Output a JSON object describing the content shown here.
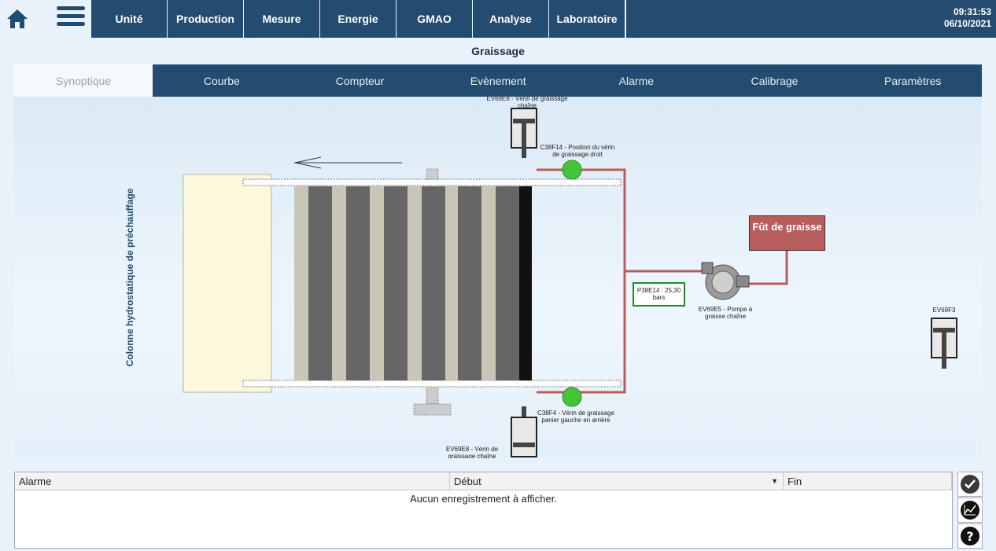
{
  "nav": {
    "tabs": [
      "Unité",
      "Production",
      "Mesure",
      "Energie",
      "GMAO",
      "Analyse",
      "Laboratoire"
    ]
  },
  "clock": {
    "time": "09:31:53",
    "date": "06/10/2021"
  },
  "page_title": "Graissage",
  "subtabs": [
    "Synoptique",
    "Courbe",
    "Compteur",
    "Evènement",
    "Alarme",
    "Calibrage",
    "Paramètres"
  ],
  "synoptic": {
    "column_label": "Colonne hydrostatique de préchauffage",
    "valve_top_label": "EV69E8 - Vérin de graissage chaîne",
    "sensor_top_label": "C38F14 - Position du vérin de graissage droit",
    "sensor_bottom_label": "C38F4 - Vérin de graissage panier gauche en arrière",
    "valve_bottom_label": "EV69E8 - Vérin de graissage chaîne",
    "pressure_label": "P38E14 : 25,30 bars",
    "pump_label": "EV69E5 - Pompe à graisse chaîne",
    "tank_label": "Fût de graisse",
    "valve_right_label": "EV69F3"
  },
  "alarm_table": {
    "columns": [
      "Alarme",
      "Début",
      "Fin"
    ],
    "empty_message": "Aucun enregistrement à afficher."
  },
  "colors": {
    "nav": "#234c70",
    "pipe": "#b85d5d",
    "sensor_ok": "#45c43a",
    "tank": "#b85d5d"
  }
}
